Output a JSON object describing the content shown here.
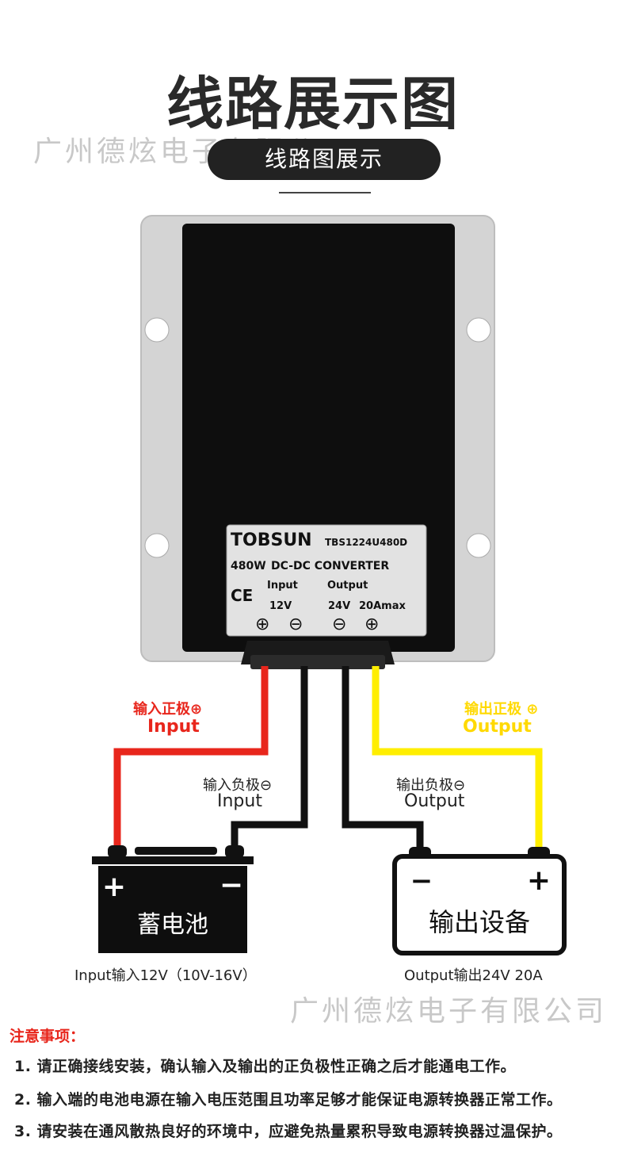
{
  "header": {
    "title": "线路展示图",
    "subtitle": "线路图展示",
    "watermark": "广州德炫电子有限公司"
  },
  "product_label": {
    "brand": "TOBSUN",
    "model": "TBS1224U480D",
    "description_power": "480W",
    "description_type": "DC-DC CONVERTER",
    "cert": "CE",
    "input_heading": "Input",
    "output_heading": "Output",
    "input_voltage": "12V",
    "output_voltage": "24V",
    "output_current": "20Amax",
    "plus_symbol": "⊕",
    "minus_symbol": "⊖"
  },
  "wires": {
    "input_positive_cn": "输入正极",
    "input_positive_en": "Input",
    "input_negative_cn": "输入负极",
    "input_negative_en": "Input",
    "output_negative_cn": "输出负极",
    "output_negative_en": "Output",
    "output_positive_cn": "输出正极",
    "output_positive_en": "Output",
    "colors": {
      "positive_in": "#e8261c",
      "positive_out": "#ffee00",
      "negative": "#111111"
    }
  },
  "battery": {
    "name": "蓄电池",
    "plus": "+",
    "minus": "−",
    "caption": "Input输入12V（10V-16V）"
  },
  "device": {
    "name": "输出设备",
    "plus": "+",
    "minus": "−",
    "caption": "Output输出24V 20A"
  },
  "notes": {
    "title": "注意事项：",
    "items": [
      "1. 请正确接线安装，确认输入及输出的正负极性正确之后才能通电工作。",
      "2. 输入端的电池电源在输入电压范围且功率足够才能保证电源转换器正常工作。",
      "3. 请安装在通风散热良好的环境中，应避免热量累积导致电源转换器过温保护。"
    ]
  }
}
